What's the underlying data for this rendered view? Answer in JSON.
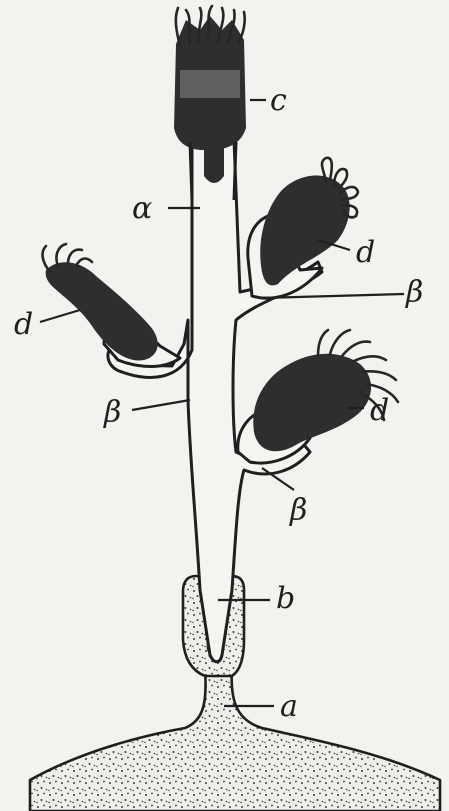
{
  "figure": {
    "labels": {
      "c": "c",
      "alpha": "α",
      "d_left": "d",
      "d_upper_right": "d",
      "d_lower_right": "d",
      "beta_left": "β",
      "beta_upper_right": "β",
      "beta_lower_right": "β",
      "b": "b",
      "a": "a"
    }
  }
}
